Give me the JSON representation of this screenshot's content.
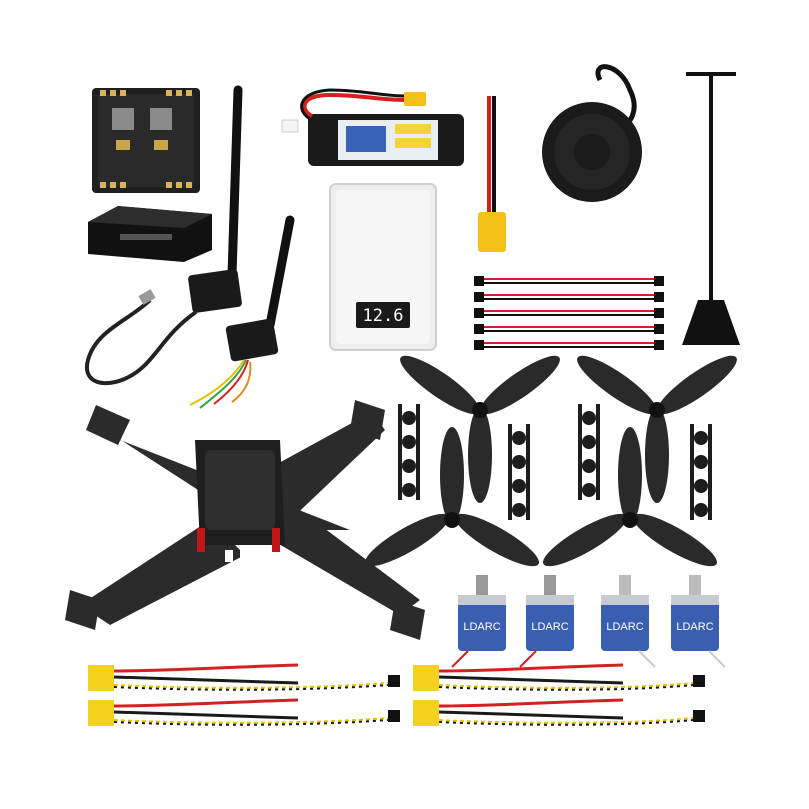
{
  "scene": {
    "background": "#ffffff",
    "carbon": "#2b2b2b",
    "carbon_dark": "#151515",
    "frame_accent": "#c0151a",
    "motor_blue": "#3a5fb0",
    "motor_silver": "#c8ccd2",
    "wire_red": "#d42020",
    "wire_black": "#1a1a1a",
    "wire_yellow": "#e6c200",
    "esc_yellow": "#f2d21c"
  },
  "charger": {
    "display_value": "12.6"
  },
  "motors": {
    "brand_label": "LDARC",
    "count": 4
  },
  "esc": {
    "count": 4
  },
  "propellers": {
    "count": 4
  },
  "servo_cables": {
    "count": 5
  }
}
